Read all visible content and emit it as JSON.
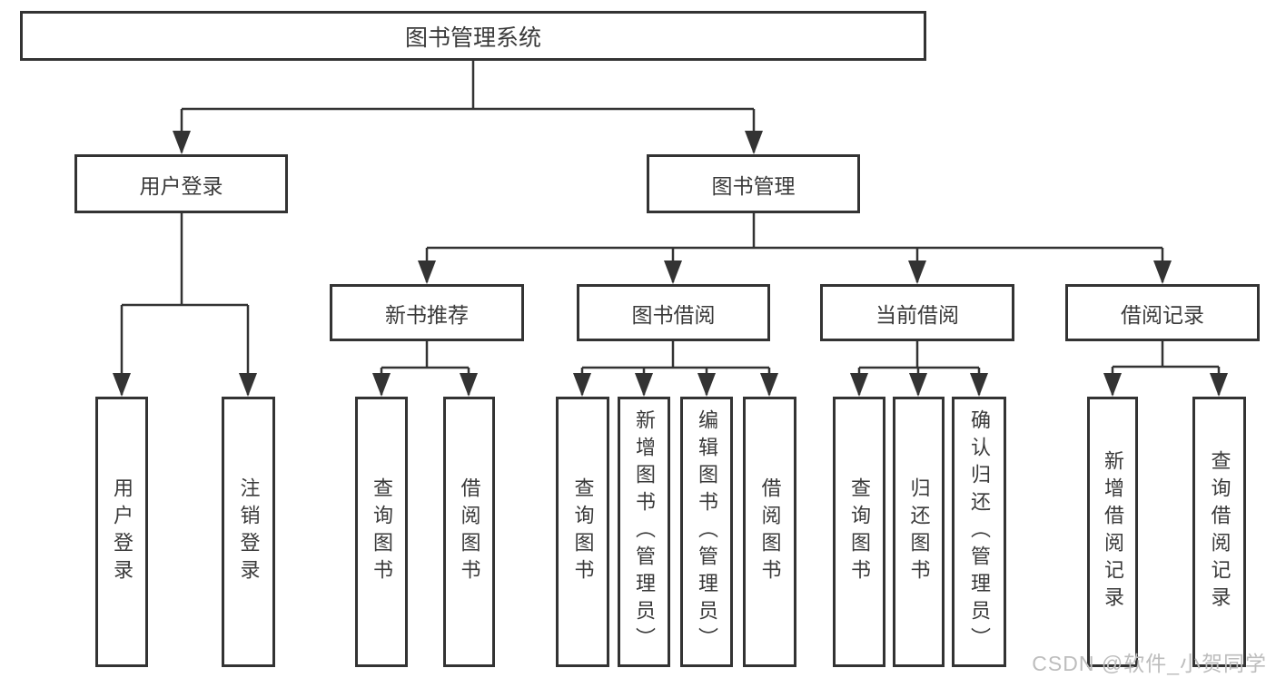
{
  "watermark": "CSDN @软件_小贺同学",
  "tree": {
    "root": "图书管理系统",
    "user_login": {
      "label": "用户登录",
      "children": [
        "用户登录",
        "注销登录"
      ]
    },
    "book_mgmt": {
      "label": "图书管理",
      "groups": [
        {
          "label": "新书推荐",
          "children": [
            "查询图书",
            "借阅图书"
          ]
        },
        {
          "label": "图书借阅",
          "children": [
            "查询图书",
            "新增图书（管理员）",
            "编辑图书（管理员）",
            "借阅图书"
          ]
        },
        {
          "label": "当前借阅",
          "children": [
            "查询图书",
            "归还图书",
            "确认归还（管理员）"
          ]
        },
        {
          "label": "借阅记录",
          "children": [
            "新增借阅记录",
            "查询借阅记录"
          ]
        }
      ]
    }
  },
  "colors": {
    "line": "#333333",
    "text": "#3a3a3a",
    "watermark": "#bdbdbd",
    "background": "#ffffff"
  }
}
